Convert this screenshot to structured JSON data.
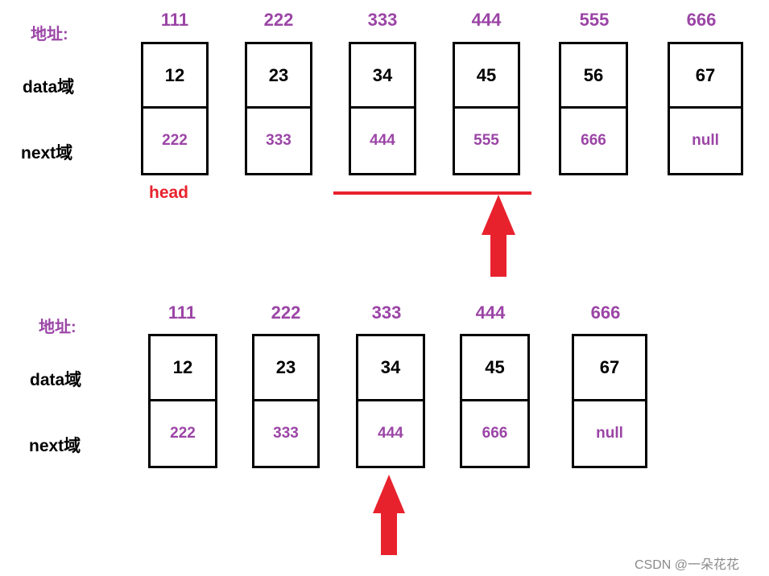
{
  "addr_label": "地址:",
  "data_label": "data域",
  "next_label": "next域",
  "head_label": "head",
  "watermark": "CSDN @一朵花花",
  "top_list": [
    {
      "addr": "111",
      "data": "12",
      "next": "222"
    },
    {
      "addr": "222",
      "data": "23",
      "next": "333"
    },
    {
      "addr": "333",
      "data": "34",
      "next": "444"
    },
    {
      "addr": "444",
      "data": "45",
      "next": "555"
    },
    {
      "addr": "555",
      "data": "56",
      "next": "666"
    },
    {
      "addr": "666",
      "data": "67",
      "next": "null"
    }
  ],
  "bottom_list": [
    {
      "addr": "111",
      "data": "12",
      "next": "222"
    },
    {
      "addr": "222",
      "data": "23",
      "next": "333"
    },
    {
      "addr": "333",
      "data": "34",
      "next": "444"
    },
    {
      "addr": "444",
      "data": "45",
      "next": "666"
    },
    {
      "addr": "666",
      "data": "67",
      "next": "null"
    }
  ],
  "colors": {
    "address": "#9b45a6",
    "arrow": "#e8222d",
    "border": "#000000"
  }
}
